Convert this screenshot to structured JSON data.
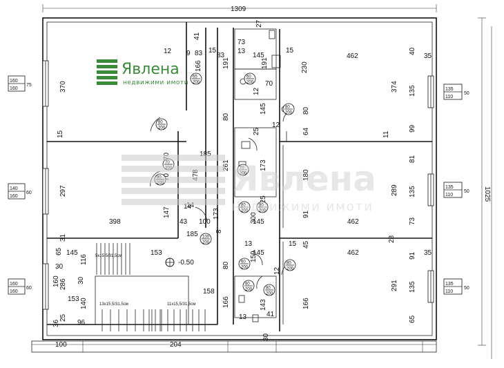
{
  "logo": {
    "name": "Явлена",
    "tagline": "недвижими имоти",
    "color": "#3a8a3a"
  },
  "watermark": {
    "name": "Явлена",
    "tagline": "недвижими имоти"
  },
  "dims": {
    "top_total": "1309",
    "right_total": "1025",
    "level": "-0.50",
    "d_412": "41",
    "d_12": "12",
    "d_9": "9",
    "d_83a": "83",
    "d_15a": "15",
    "d_83b": "83",
    "d_73": "73",
    "d_27": "27",
    "d_13a": "13",
    "d_145a": "145",
    "d_15b": "15",
    "d_462a": "462",
    "d_40a": "40",
    "d_35a": "35",
    "d_370": "370",
    "d_166a": "166",
    "d_191a": "191",
    "d_191b": "191",
    "d_230": "230",
    "d_70a": "70",
    "d_374": "374",
    "d_135a": "135",
    "d_80a": "80",
    "d_145b": "145",
    "d_80b": "80",
    "d_15c": "15",
    "d_25a": "25",
    "d_12b": "12",
    "d_64": "64",
    "d_99": "99",
    "d_11": "11",
    "d_185a": "185",
    "d_70b": "70",
    "d_70c": "70",
    "d_478": "478",
    "d_261": "261",
    "d_173a": "173",
    "d_180": "180",
    "d_81": "81",
    "d_297": "297",
    "d_289": "289",
    "d_135b": "135",
    "d_14": "14",
    "d_147": "147",
    "d_43": "43",
    "d_100": "100",
    "d_173b": "173",
    "d_125": "125",
    "d_145c": "145",
    "d_91a": "91",
    "d_398": "398",
    "d_462b": "462",
    "d_73b": "73",
    "d_28": "28",
    "d_31": "31",
    "d_145d": "145",
    "d_153a": "153",
    "d_185b": "185",
    "d_13b": "13",
    "d_145e": "145",
    "d_15d": "15",
    "d_462c": "462",
    "d_35b": "35",
    "d_65a": "65",
    "d_116": "116",
    "d_30a": "30",
    "d_80c": "80",
    "d_45": "45",
    "d_91b": "91",
    "d_160": "160",
    "d_286": "286",
    "d_30b": "30",
    "d_158": "158",
    "d_153b": "153",
    "d_140": "140",
    "d_166b": "166",
    "d_143": "143",
    "d_166c": "166",
    "d_291": "291",
    "d_135c": "135",
    "d_36": "36",
    "d_25b": "25",
    "d_96": "96",
    "d_13c": "13",
    "d_41b": "41",
    "d_65b": "65",
    "d_30c": "30",
    "d_100b": "100",
    "d_204": "204",
    "d_159": "159",
    "d_12c": "12",
    "d_12d": "12",
    "d_8": "8",
    "d_300": "300",
    "d_14b": "14"
  },
  "stairs": {
    "s1": "5x15,5/31,5см",
    "s2": "13x15,5/31,5см",
    "s3": "11x15,5/31,5см"
  },
  "windows_left": [
    {
      "top": "160",
      "bottom": "160",
      "side": "75"
    },
    {
      "top": "140",
      "bottom": "160",
      "side": "60"
    },
    {
      "top": "160",
      "bottom": "160",
      "side": "60"
    }
  ],
  "windows_right": [
    {
      "top": "135",
      "bottom": "110",
      "side": "50"
    },
    {
      "top": "135",
      "bottom": "110",
      "side": "50"
    },
    {
      "top": "135",
      "bottom": "110",
      "side": "50"
    }
  ],
  "doors": {
    "d1_top": "65",
    "d1_bot": "200",
    "d2_top": "60",
    "d2_bot": "200",
    "d3_top": "80",
    "d3_bot": "200",
    "d4_top": "70",
    "d4_bot": "200",
    "d5_top": "80",
    "d5_bot": "200",
    "d6_top": "80",
    "d6_bot": "200",
    "d7_top": "70",
    "d7_bot": "200",
    "d8_top": "80",
    "d8_bot": "200",
    "d9_top": "80",
    "d9_bot": "200",
    "d10_top": "100",
    "d10_bot": "200",
    "d11_top": "80",
    "d11_bot": "200",
    "d12_top": "60",
    "d12_bot": "200",
    "d13_top": "80",
    "d13_bot": "200",
    "d14_top": "80",
    "d14_bot": "200"
  }
}
